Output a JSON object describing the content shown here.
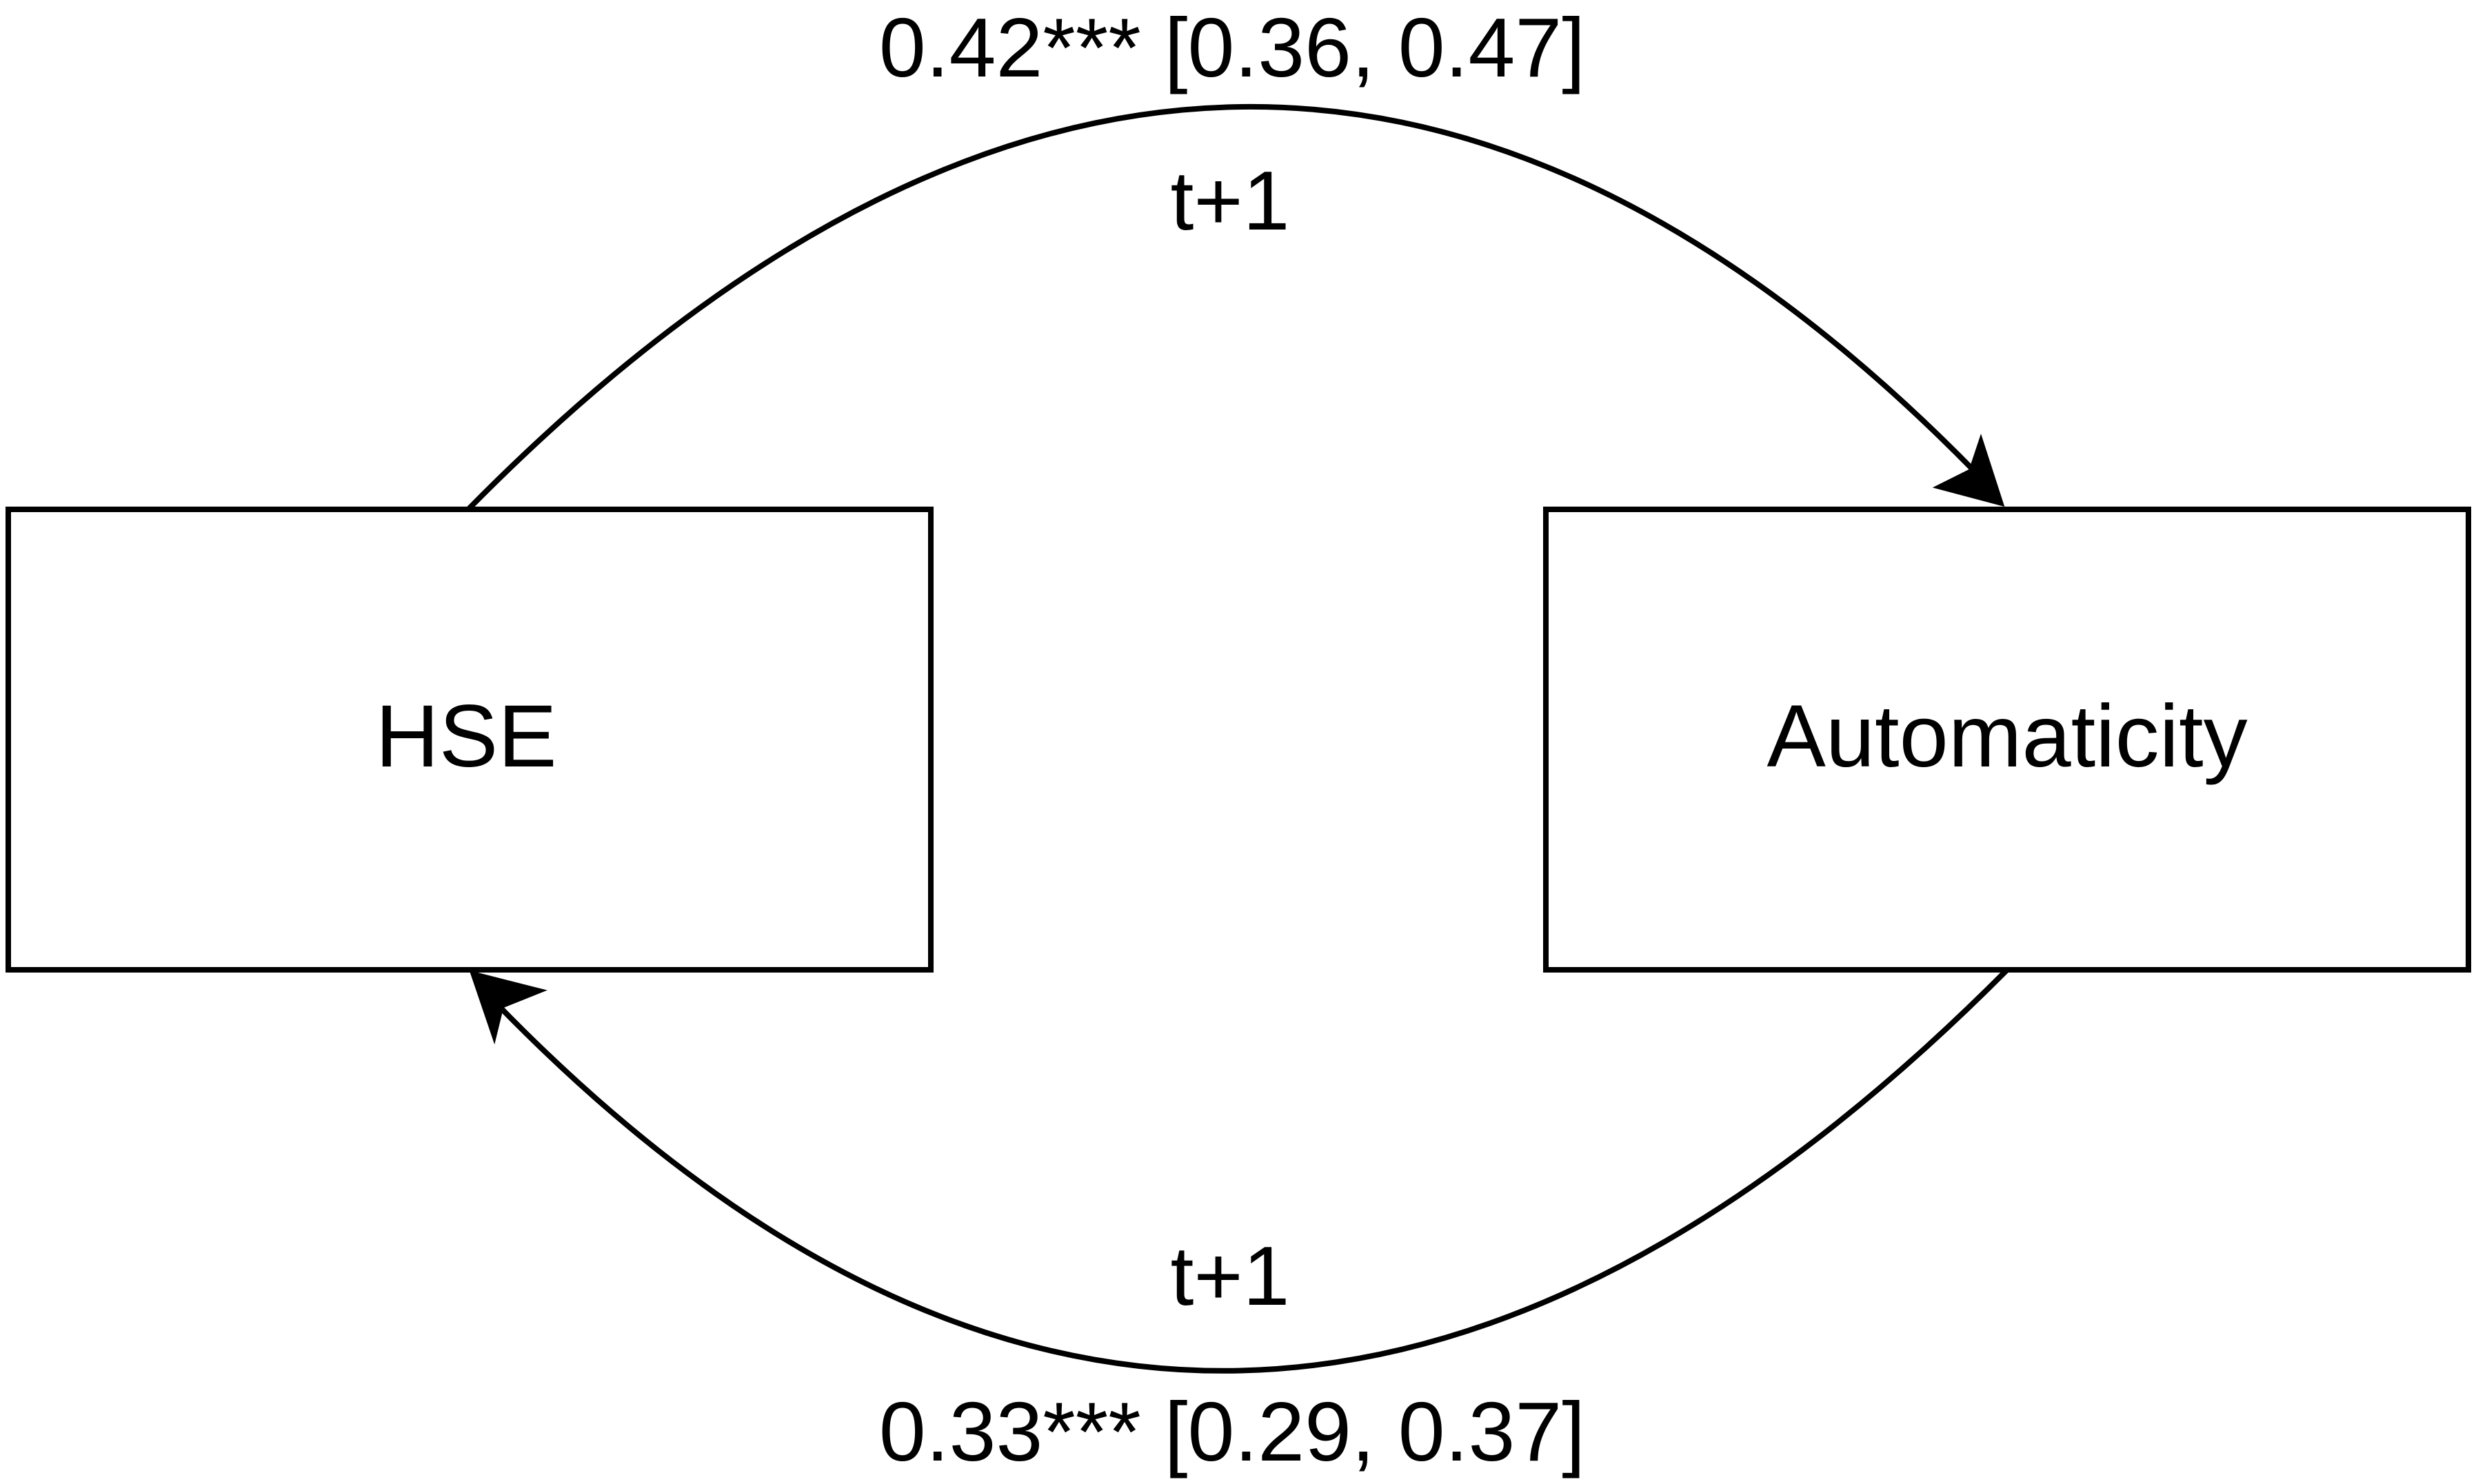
{
  "nodes": {
    "left": {
      "label": "HSE"
    },
    "right": {
      "label": "Automaticity"
    }
  },
  "paths": {
    "top": {
      "coefficient": "0.42*** [0.36, 0.47]",
      "lag": "t+1",
      "from": "HSE",
      "to": "Automaticity"
    },
    "bottom": {
      "coefficient": "0.33*** [0.29, 0.37]",
      "lag": "t+1",
      "from": "Automaticity",
      "to": "HSE"
    }
  },
  "colors": {
    "stroke": "#000000",
    "background": "#ffffff",
    "text": "#000000"
  }
}
